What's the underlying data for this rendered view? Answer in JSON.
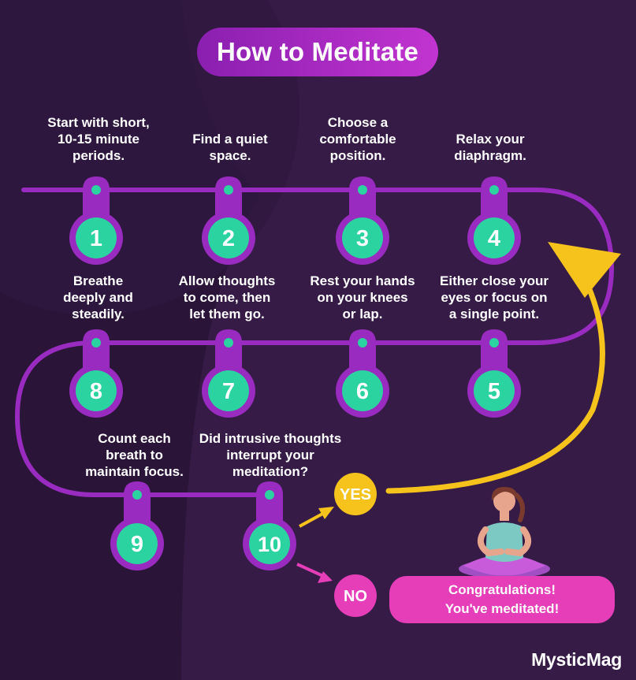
{
  "title": "How to Meditate",
  "steps": [
    {
      "number": "1",
      "caption": "Start with short,\n10-15 minute\nperiods."
    },
    {
      "number": "2",
      "caption": "Find a quiet\nspace."
    },
    {
      "number": "3",
      "caption": "Choose a\ncomfortable\nposition."
    },
    {
      "number": "4",
      "caption": "Relax your\ndiaphragm."
    },
    {
      "number": "5",
      "caption": "Either close your\neyes or focus on\na single point."
    },
    {
      "number": "6",
      "caption": "Rest your hands\non your knees\nor lap."
    },
    {
      "number": "7",
      "caption": "Allow thoughts\nto come, then\nlet them go."
    },
    {
      "number": "8",
      "caption": "Breathe\ndeeply and\nsteadily."
    },
    {
      "number": "9",
      "caption": "Count each\nbreath to\nmaintain focus."
    },
    {
      "number": "10",
      "caption": "Did intrusive thoughts\ninterrupt your\nmeditation?"
    }
  ],
  "decision": {
    "yes": "YES",
    "no": "NO"
  },
  "congrats": "Congratulations!\nYou've meditated!",
  "brand": "MysticMag",
  "colors": {
    "background": "#2a1538",
    "path": "#9a2bc0",
    "node": "#2bd3a0",
    "yes": "#f6c21c",
    "no": "#e63db8"
  }
}
